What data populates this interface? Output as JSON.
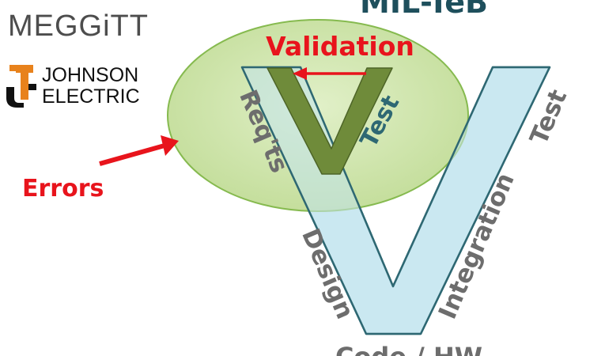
{
  "title": "MIL-TeB",
  "logos": {
    "meggitt": "MEGGiTT",
    "johnson_electric_line1": "JOHNSON",
    "johnson_electric_line2": "ELECTRIC"
  },
  "v_model": {
    "left_leg_labels": [
      "Req'ts",
      "Design"
    ],
    "right_leg_labels": [
      "Test",
      "Integration",
      "Test"
    ],
    "bottom_label": "Code / HW"
  },
  "validation_loop": {
    "label": "Validation",
    "inner_label": "Test"
  },
  "errors": {
    "label": "Errors"
  },
  "colors": {
    "v_fill": "#cbe8f1",
    "v_stroke": "#2e6873",
    "inner_v_fill": "#6f8b3a",
    "inner_v_stroke": "#4d6427",
    "ellipse_fill": "#c2de93",
    "ellipse_stroke": "#86ba4f",
    "red_arrow": "#e8141c",
    "grey_text": "#6d6d6d",
    "teal_text": "#2e6873",
    "title_text": "#1e4f5c"
  }
}
